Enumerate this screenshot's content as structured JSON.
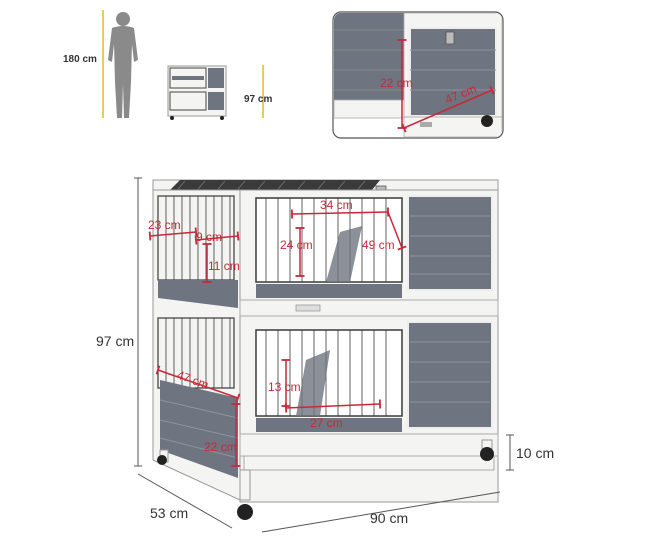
{
  "reference": {
    "person_height": "180 cm",
    "hutch_height": "97 cm"
  },
  "detail_inset": {
    "door_height": "22 cm",
    "door_width": "47 cm"
  },
  "dimensions": {
    "overall_height": "97 cm",
    "overall_depth": "53 cm",
    "overall_width": "90 cm",
    "leg_height": "10 cm"
  },
  "upper_level": {
    "side_door_width": "23 cm",
    "side_door_height": "11 cm",
    "side_door_inner": "9 cm",
    "top_opening": "34 cm",
    "front_door_height": "24 cm",
    "front_door_width": "49 cm"
  },
  "lower_level": {
    "side_door_width": "47 cm",
    "tray_height": "22 cm",
    "front_door_height": "13 cm",
    "front_door_width": "27 cm"
  },
  "colors": {
    "panel_gray": "#6e7480",
    "frame_white": "#f4f4f2",
    "dimension_red": "#c8283a",
    "guide_yellow": "#e7b52c",
    "wire_dark": "#3a3a3a"
  }
}
